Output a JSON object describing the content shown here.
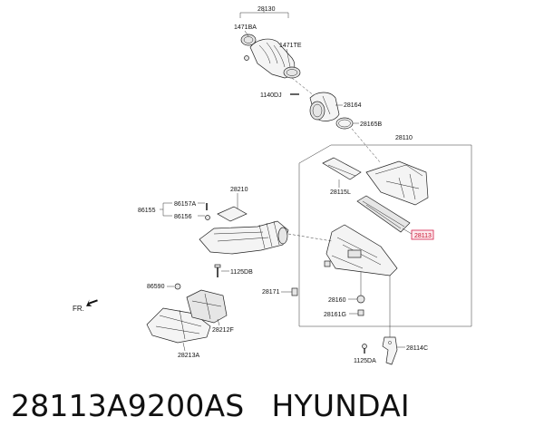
{
  "labels": {
    "p28130": "28130",
    "p1471BA": "1471BA",
    "p1471TE": "1471TE",
    "p1140DJ": "1140DJ",
    "p28164": "28164",
    "p28165B": "28165B",
    "p28110": "28110",
    "p28115L": "28115L",
    "p28113": "28113",
    "p28210": "28210",
    "p86157A": "86157A",
    "p86156": "86156",
    "p86155": "86155",
    "p1125DB_a": "1125DB",
    "p28171": "28171",
    "p28160": "28160",
    "p28161G": "28161G",
    "p86590": "86590",
    "p28212F": "28212F",
    "p28213A": "28213A",
    "p28114C": "28114C",
    "p1125DA": "1125DA",
    "fr": "FR."
  },
  "caption": {
    "part_number": "28113A9200AS",
    "brand": "HYUNDAI"
  },
  "colors": {
    "highlight_stroke": "#d4204a",
    "highlight_text": "#c8102e"
  }
}
